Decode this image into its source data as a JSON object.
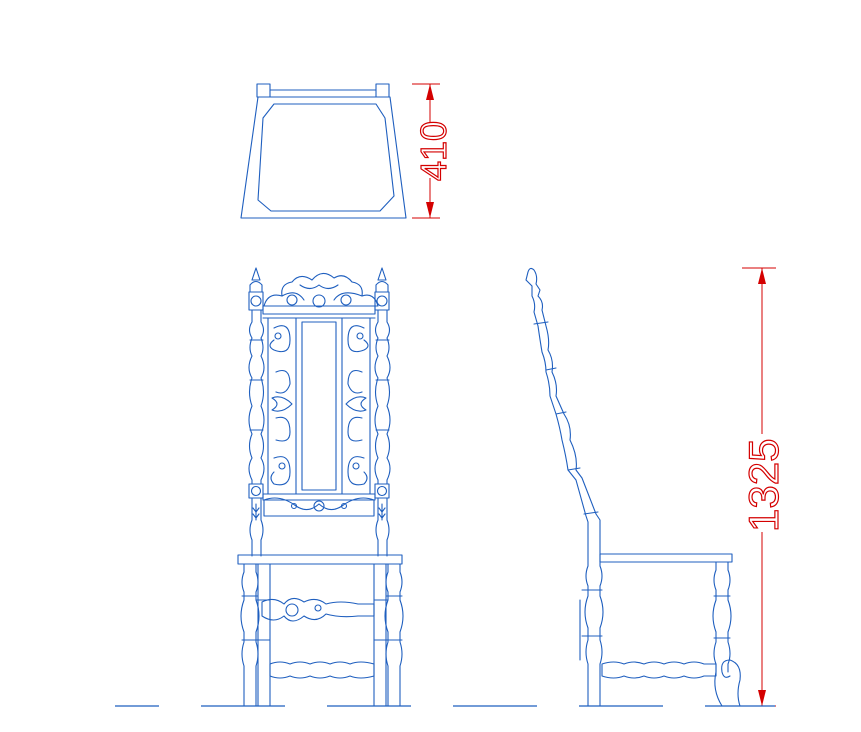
{
  "drawing": {
    "views": [
      "top-view",
      "front-view",
      "side-view"
    ],
    "colors": {
      "outline": "#1f5fbf",
      "dimension": "#d40000",
      "background": "#ffffff"
    }
  },
  "dimensions": {
    "seat_depth": "410",
    "overall_height": "1325"
  }
}
